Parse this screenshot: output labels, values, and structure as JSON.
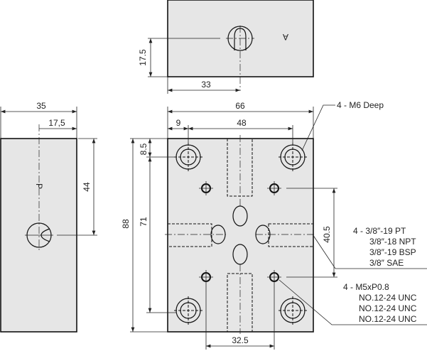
{
  "top_view": {
    "dim_height": "17.5",
    "dim_width": "33",
    "port_label": "A"
  },
  "side_view": {
    "dim_width": "35",
    "dim_center": "17,5",
    "dim_height": "44",
    "port_label": "P"
  },
  "front_view": {
    "dim_width": "66",
    "dim_edge": "9",
    "dim_bolt_span": "48",
    "dim_height": "88",
    "dim_top_offset": "8.5",
    "dim_bolt_vspan": "71",
    "dim_port_vspan": "40.5",
    "dim_port_hspan": "32.5"
  },
  "callouts": {
    "bolt": "4 - M6 Deep",
    "ports": [
      "4 - 3/8″-19 PT",
      "3/8″-18 NPT",
      "3/8″-19 BSP",
      "3/8″ SAE"
    ],
    "threads": [
      "4 - M5xP0.8",
      "NO.12-24 UNC",
      "NO.12-24 UNC",
      "NO.12-24 UNC"
    ]
  }
}
